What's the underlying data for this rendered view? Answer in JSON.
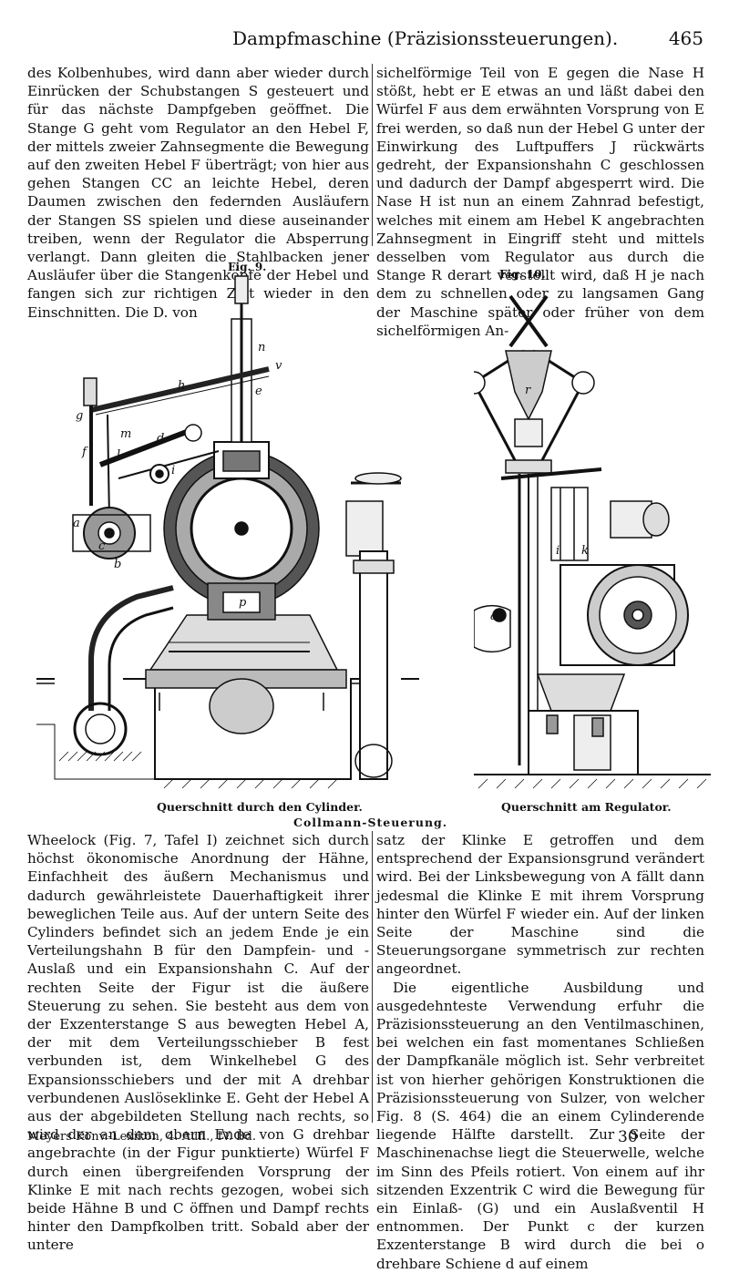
{
  "header": {
    "title": "Dampfmaschine (Präzisionssteuerungen).",
    "page_number": "465"
  },
  "top_left_text": "des Kolbenhubes, wird dann aber wieder durch Einrücken der Schubstangen S gesteuert und für das nächste Dampfgeben geöffnet. Die Stange G geht vom Regulator an den Hebel F, der mittels zweier Zahnsegmente die Bewegung auf den zweiten Hebel F überträgt; von hier aus gehen Stangen CC an leichte Hebel, deren Daumen zwischen den federnden Ausläufern der Stangen SS spielen und diese auseinander treiben, wenn der Regulator die Absperrung verlangt. Dann gleiten die Stahlbacken jener Ausläufer über die Stangenköpfe der Hebel und fangen sich zur richtigen Zeit wieder in den Einschnitten. Die D. von",
  "top_right_text": "sichelförmige Teil von E gegen die Nase H stößt, hebt er E etwas an und läßt dabei den Würfel F aus dem erwähnten Vorsprung von E frei werden, so daß nun der Hebel G unter der Einwirkung des Luftpuffers J rückwärts gedreht, der Expansionshahn C geschlossen und dadurch der Dampf abgesperrt wird. Die Nase H ist nun an einem Zahnrad befestigt, welches mit einem am Hebel K angebrachten Zahnsegment in Eingriff steht und mittels desselben vom Regulator aus durch die Stange R derart verstellt wird, daß H je nach dem zu schnellen oder zu langsamen Gang der Maschine später oder früher von dem sichelförmigen An-",
  "figures": {
    "fig9_label": "Fig. 9.",
    "fig10_label": "Fig. 10.",
    "fig9_caption": "Querschnitt durch den Cylinder.",
    "fig10_caption": "Querschnitt am Regulator.",
    "main_caption": "Collmann-Steuerung.",
    "fig9_letters": {
      "n": "n",
      "v": "v",
      "h": "h",
      "e": "e",
      "g": "g",
      "m": "m",
      "d": "d",
      "f": "f",
      "l": "l",
      "i": "i",
      "a": "a",
      "c": "c",
      "b": "b",
      "p": "p"
    },
    "fig10_letters": {
      "r": "r",
      "i": "i",
      "k": "k",
      "a": "a"
    }
  },
  "bottom_left_paragraphs": [
    "Wheelock (Fig. 7, Tafel I) zeichnet sich durch höchst ökonomische Anordnung der Hähne, Einfachheit des äußern Mechanismus und dadurch gewährleistete Dauerhaftigkeit ihrer beweglichen Teile aus. Auf der untern Seite des Cylinders befindet sich an jedem Ende je ein Verteilungshahn B für den Dampfein- und -Auslaß und ein Expansionshahn C. Auf der rechten Seite der Figur ist die äußere Steuerung zu sehen. Sie besteht aus dem von der Exzenterstange S aus bewegten Hebel A, der mit dem Verteilungsschieber B fest verbunden ist, dem Winkelhebel G des Expansionsschiebers und der mit A drehbar verbundenen Auslöseklinke E. Geht der Hebel A aus der abgebildeten Stellung nach rechts, so wird der an dem obern Ende von G drehbar angebrachte (in der Figur punktierte) Würfel F durch einen übergreifenden Vorsprung der Klinke E mit nach rechts gezogen, wobei sich beide Hähne B und C öffnen und Dampf rechts hinter den Dampfkolben tritt. Sobald aber der untere"
  ],
  "bottom_right_paragraphs": [
    "satz der Klinke E getroffen und dem entsprechend der Expansionsgrund verändert wird. Bei der Linksbewegung von A fällt dann jedesmal die Klinke E mit ihrem Vorsprung hinter den Würfel F wieder ein. Auf der linken Seite der Maschine sind die Steuerungsorgane symmetrisch zur rechten angeordnet.",
    "Die eigentliche Ausbildung und ausgedehnteste Verwendung erfuhr die Präzisionssteuerung an den Ventilmaschinen, bei welchen ein fast momentanes Schließen der Dampfkanäle möglich ist. Sehr verbreitet ist von hierher gehörigen Konstruktionen die Präzisionssteuerung von Sulzer, von welcher Fig. 8 (S. 464) die an einem Cylinderende liegende Hälfte darstellt. Zur Seite der Maschinenachse liegt die Steuerwelle, welche im Sinn des Pfeils rotiert. Von einem auf ihr sitzenden Exzentrik C wird die Bewegung für ein Einlaß- (G) und ein Auslaßventil H entnommen. Der Punkt c der kurzen Exzenterstange B wird durch die bei o drehbare Schiene d auf einem"
  ],
  "footer": {
    "source": "Meyers Konv.-Lexikon, 4. Aufl., IV. Bd.",
    "signature": "30"
  }
}
